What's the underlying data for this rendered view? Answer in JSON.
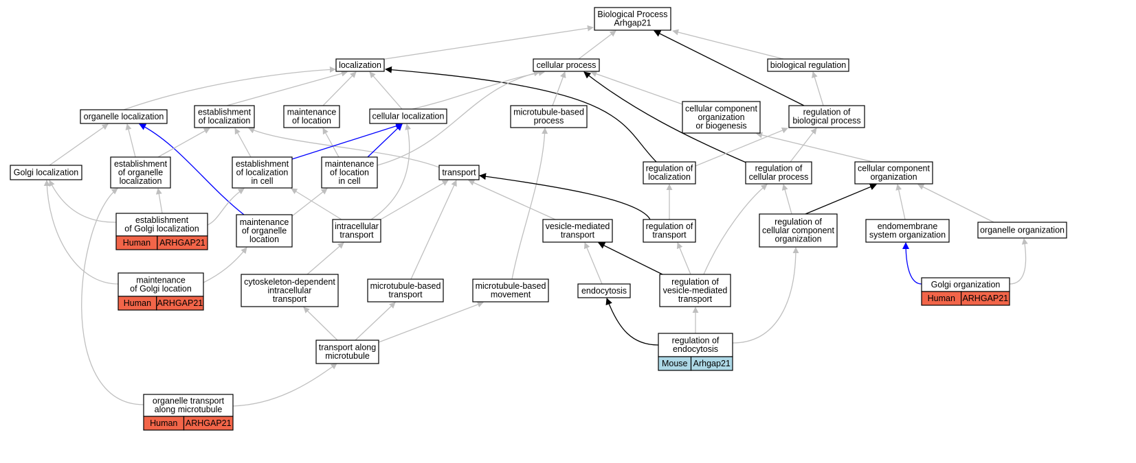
{
  "colors": {
    "edge_gray": "#bfbfbf",
    "edge_black": "#000000",
    "edge_blue": "#0000ff",
    "human": "#f26549",
    "mouse": "#add8e6"
  },
  "nodes": {
    "root": {
      "lines": [
        "Biological Process",
        "Arhgap21"
      ]
    },
    "localization": {
      "lines": [
        "localization"
      ]
    },
    "cellular_process": {
      "lines": [
        "cellular process"
      ]
    },
    "biological_regulation": {
      "lines": [
        "biological regulation"
      ]
    },
    "organelle_localization": {
      "lines": [
        "organelle localization"
      ]
    },
    "establishment_of_localization": {
      "lines": [
        "establishment",
        "of localization"
      ]
    },
    "maintenance_of_location": {
      "lines": [
        "maintenance",
        "of location"
      ]
    },
    "cellular_localization": {
      "lines": [
        "cellular localization"
      ]
    },
    "microtubule_based_process": {
      "lines": [
        "microtubule-based",
        "process"
      ]
    },
    "cellular_component_org_biogenesis": {
      "lines": [
        "cellular component",
        "organization",
        "or biogenesis"
      ]
    },
    "regulation_of_biological_process": {
      "lines": [
        "regulation of",
        "biological process"
      ]
    },
    "golgi_localization": {
      "lines": [
        "Golgi localization"
      ]
    },
    "establishment_of_organelle_localization": {
      "lines": [
        "establishment",
        "of organelle",
        "localization"
      ]
    },
    "establishment_of_localization_in_cell": {
      "lines": [
        "establishment",
        "of localization",
        "in cell"
      ]
    },
    "maintenance_of_location_in_cell": {
      "lines": [
        "maintenance",
        "of location",
        "in cell"
      ]
    },
    "transport": {
      "lines": [
        "transport"
      ]
    },
    "regulation_of_localization": {
      "lines": [
        "regulation of",
        "localization"
      ]
    },
    "regulation_of_cellular_process": {
      "lines": [
        "regulation of",
        "cellular process"
      ]
    },
    "cellular_component_organization": {
      "lines": [
        "cellular component",
        "organization"
      ]
    },
    "establishment_of_golgi_localization": {
      "lines": [
        "establishment",
        "of Golgi localization"
      ],
      "species": "Human",
      "gene": "ARHGAP21"
    },
    "maintenance_of_organelle_location": {
      "lines": [
        "maintenance",
        "of organelle",
        "location"
      ]
    },
    "intracellular_transport": {
      "lines": [
        "intracellular",
        "transport"
      ]
    },
    "vesicle_mediated_transport": {
      "lines": [
        "vesicle-mediated",
        "transport"
      ]
    },
    "regulation_of_transport": {
      "lines": [
        "regulation of",
        "transport"
      ]
    },
    "regulation_of_cellular_component_org": {
      "lines": [
        "regulation of",
        "cellular component",
        "organization"
      ]
    },
    "endomembrane_system_organization": {
      "lines": [
        "endomembrane",
        "system organization"
      ]
    },
    "organelle_organization": {
      "lines": [
        "organelle organization"
      ]
    },
    "maintenance_of_golgi_location": {
      "lines": [
        "maintenance",
        "of Golgi location"
      ],
      "species": "Human",
      "gene": "ARHGAP21"
    },
    "cytoskeleton_dependent_intracellular_transport": {
      "lines": [
        "cytoskeleton-dependent",
        "intracellular",
        "transport"
      ]
    },
    "microtubule_based_transport": {
      "lines": [
        "microtubule-based",
        "transport"
      ]
    },
    "microtubule_based_movement": {
      "lines": [
        "microtubule-based",
        "movement"
      ]
    },
    "endocytosis": {
      "lines": [
        "endocytosis"
      ]
    },
    "regulation_of_vesicle_mediated_transport": {
      "lines": [
        "regulation of",
        "vesicle-mediated",
        "transport"
      ]
    },
    "golgi_organization": {
      "lines": [
        "Golgi organization"
      ],
      "species": "Human",
      "gene": "ARHGAP21"
    },
    "transport_along_microtubule": {
      "lines": [
        "transport along",
        "microtubule"
      ]
    },
    "regulation_of_endocytosis": {
      "lines": [
        "regulation of",
        "endocytosis"
      ],
      "species": "Mouse",
      "gene": "Arhgap21"
    },
    "organelle_transport_along_microtubule": {
      "lines": [
        "organelle transport",
        "along microtubule"
      ],
      "species": "Human",
      "gene": "ARHGAP21"
    }
  },
  "edges": [
    {
      "from": "localization",
      "to": "root",
      "color": "gray"
    },
    {
      "from": "cellular_process",
      "to": "root",
      "color": "gray"
    },
    {
      "from": "biological_regulation",
      "to": "root",
      "color": "gray"
    },
    {
      "from": "regulation_of_biological_process",
      "to": "root",
      "color": "black"
    },
    {
      "from": "organelle_localization",
      "to": "localization",
      "color": "gray"
    },
    {
      "from": "establishment_of_localization",
      "to": "localization",
      "color": "gray"
    },
    {
      "from": "maintenance_of_location",
      "to": "localization",
      "color": "gray"
    },
    {
      "from": "cellular_localization",
      "to": "localization",
      "color": "gray"
    },
    {
      "from": "regulation_of_localization",
      "to": "localization",
      "color": "black"
    },
    {
      "from": "microtubule_based_process",
      "to": "cellular_process",
      "color": "gray"
    },
    {
      "from": "cellular_localization",
      "to": "cellular_process",
      "color": "gray"
    },
    {
      "from": "cellular_component_org_biogenesis",
      "to": "cellular_process",
      "color": "gray"
    },
    {
      "from": "regulation_of_cellular_process",
      "to": "cellular_process",
      "color": "black"
    },
    {
      "from": "maintenance_of_location_in_cell",
      "to": "cellular_process",
      "color": "gray"
    },
    {
      "from": "regulation_of_biological_process",
      "to": "biological_regulation",
      "color": "gray"
    },
    {
      "from": "golgi_localization",
      "to": "organelle_localization",
      "color": "gray"
    },
    {
      "from": "establishment_of_organelle_localization",
      "to": "organelle_localization",
      "color": "gray"
    },
    {
      "from": "maintenance_of_organelle_location",
      "to": "organelle_localization",
      "color": "blue"
    },
    {
      "from": "establishment_of_organelle_localization",
      "to": "establishment_of_localization",
      "color": "gray"
    },
    {
      "from": "establishment_of_localization_in_cell",
      "to": "establishment_of_localization",
      "color": "gray"
    },
    {
      "from": "transport",
      "to": "establishment_of_localization",
      "color": "gray"
    },
    {
      "from": "maintenance_of_location_in_cell",
      "to": "maintenance_of_location",
      "color": "gray"
    },
    {
      "from": "establishment_of_localization_in_cell",
      "to": "cellular_localization",
      "color": "blue"
    },
    {
      "from": "maintenance_of_location_in_cell",
      "to": "cellular_localization",
      "color": "blue"
    },
    {
      "from": "intracellular_transport",
      "to": "cellular_localization",
      "color": "gray"
    },
    {
      "from": "microtubule_based_movement",
      "to": "microtubule_based_process",
      "color": "gray"
    },
    {
      "from": "cellular_component_organization",
      "to": "cellular_component_org_biogenesis",
      "color": "gray"
    },
    {
      "from": "regulation_of_localization",
      "to": "regulation_of_biological_process",
      "color": "gray"
    },
    {
      "from": "regulation_of_cellular_process",
      "to": "regulation_of_biological_process",
      "color": "gray"
    },
    {
      "from": "establishment_of_golgi_localization",
      "to": "golgi_localization",
      "color": "gray"
    },
    {
      "from": "maintenance_of_golgi_location",
      "to": "golgi_localization",
      "color": "gray"
    },
    {
      "from": "establishment_of_golgi_localization",
      "to": "establishment_of_organelle_localization",
      "color": "gray"
    },
    {
      "from": "organelle_transport_along_microtubule",
      "to": "establishment_of_organelle_localization",
      "color": "gray"
    },
    {
      "from": "establishment_of_golgi_localization",
      "to": "establishment_of_localization_in_cell",
      "color": "gray"
    },
    {
      "from": "intracellular_transport",
      "to": "establishment_of_localization_in_cell",
      "color": "gray"
    },
    {
      "from": "maintenance_of_organelle_location",
      "to": "maintenance_of_location_in_cell",
      "color": "gray"
    },
    {
      "from": "intracellular_transport",
      "to": "transport",
      "color": "gray"
    },
    {
      "from": "vesicle_mediated_transport",
      "to": "transport",
      "color": "gray"
    },
    {
      "from": "microtubule_based_transport",
      "to": "transport",
      "color": "gray"
    },
    {
      "from": "regulation_of_transport",
      "to": "transport",
      "color": "black"
    },
    {
      "from": "regulation_of_transport",
      "to": "regulation_of_localization",
      "color": "gray"
    },
    {
      "from": "regulation_of_cellular_component_org",
      "to": "regulation_of_cellular_process",
      "color": "gray"
    },
    {
      "from": "regulation_of_vesicle_mediated_transport",
      "to": "regulation_of_cellular_process",
      "color": "gray"
    },
    {
      "from": "regulation_of_cellular_component_org",
      "to": "cellular_component_organization",
      "color": "black"
    },
    {
      "from": "endomembrane_system_organization",
      "to": "cellular_component_organization",
      "color": "gray"
    },
    {
      "from": "organelle_organization",
      "to": "cellular_component_organization",
      "color": "gray"
    },
    {
      "from": "maintenance_of_golgi_location",
      "to": "maintenance_of_organelle_location",
      "color": "gray"
    },
    {
      "from": "cytoskeleton_dependent_intracellular_transport",
      "to": "intracellular_transport",
      "color": "gray"
    },
    {
      "from": "endocytosis",
      "to": "vesicle_mediated_transport",
      "color": "gray"
    },
    {
      "from": "regulation_of_vesicle_mediated_transport",
      "to": "vesicle_mediated_transport",
      "color": "black"
    },
    {
      "from": "regulation_of_vesicle_mediated_transport",
      "to": "regulation_of_transport",
      "color": "gray"
    },
    {
      "from": "regulation_of_endocytosis",
      "to": "regulation_of_cellular_component_org",
      "color": "gray"
    },
    {
      "from": "golgi_organization",
      "to": "endomembrane_system_organization",
      "color": "blue"
    },
    {
      "from": "golgi_organization",
      "to": "organelle_organization",
      "color": "gray"
    },
    {
      "from": "transport_along_microtubule",
      "to": "cytoskeleton_dependent_intracellular_transport",
      "color": "gray"
    },
    {
      "from": "transport_along_microtubule",
      "to": "microtubule_based_transport",
      "color": "gray"
    },
    {
      "from": "transport_along_microtubule",
      "to": "microtubule_based_movement",
      "color": "gray"
    },
    {
      "from": "regulation_of_endocytosis",
      "to": "endocytosis",
      "color": "black"
    },
    {
      "from": "regulation_of_endocytosis",
      "to": "regulation_of_vesicle_mediated_transport",
      "color": "gray"
    },
    {
      "from": "organelle_transport_along_microtubule",
      "to": "transport_along_microtubule",
      "color": "gray"
    }
  ]
}
